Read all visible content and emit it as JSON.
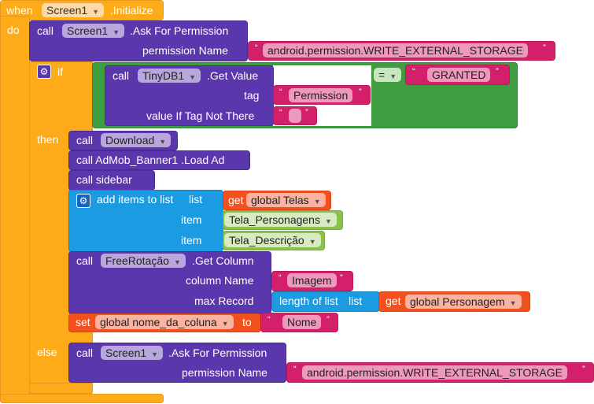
{
  "event": {
    "when": "when",
    "component": "Screen1",
    "event": ".Initialize",
    "do": "do"
  },
  "ask1": {
    "call": "call",
    "component": "Screen1",
    "method": ".Ask For Permission",
    "param": "permission Name",
    "value": "android.permission.WRITE_EXTERNAL_STORAGE"
  },
  "if_block": {
    "if": "if",
    "then": "then",
    "else": "else"
  },
  "getvalue": {
    "call": "call",
    "component": "TinyDB1",
    "method": ".Get Value",
    "tag_label": "tag",
    "tag_value": "Permission",
    "default_label": "value If Tag Not There",
    "default_value": ""
  },
  "compare": {
    "op": "=",
    "value": "GRANTED"
  },
  "then_blocks": {
    "download": {
      "call": "call",
      "name": "Download"
    },
    "admob": {
      "text": "call  AdMob_Banner1 .Load Ad"
    },
    "sidebar": {
      "text": "call  sidebar"
    },
    "additems": {
      "label": "add items to list",
      "list": "list",
      "get": "get",
      "var": "global Telas",
      "item": "item",
      "item1": "Tela_Personagens",
      "item2": "Tela_Descrição"
    },
    "getcolumn": {
      "call": "call",
      "component": "FreeRotação",
      "method": ".Get Column",
      "col_label": "column Name",
      "col_value": "Imagem",
      "max_label": "max Record",
      "length": "length of list",
      "list": "list",
      "get": "get",
      "var": "global Personagem"
    },
    "set": {
      "set": "set",
      "var": "global nome_da_coluna",
      "to": "to",
      "value": "Nome"
    }
  },
  "ask2": {
    "call": "call",
    "component": "Screen1",
    "method": ".Ask For Permission",
    "param": "permission Name",
    "value": "android.permission.WRITE_EXTERNAL_STORAGE"
  }
}
